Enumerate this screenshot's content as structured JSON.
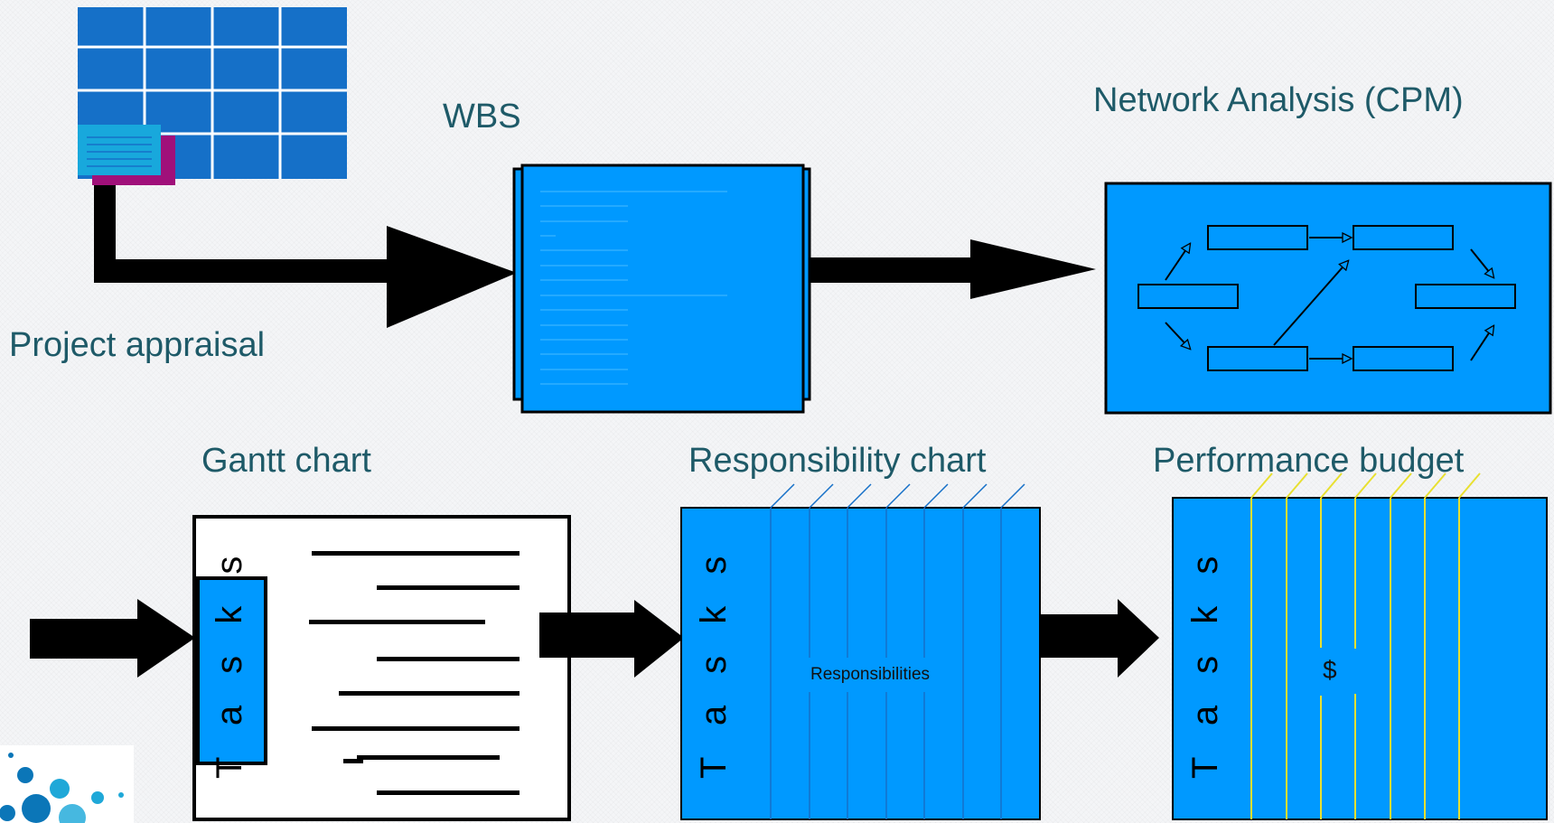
{
  "labels": {
    "project_appraisal": "Project appraisal",
    "wbs": "WBS",
    "network_analysis": "Network Analysis (CPM)",
    "gantt_chart": "Gantt chart",
    "responsibility_chart": "Responsibility chart",
    "performance_budget": "Performance budget"
  },
  "gantt": {
    "tasks_label": "T a s k s"
  },
  "responsibility": {
    "tasks_label": "T a s k s",
    "body_label": "Responsibilities"
  },
  "budget": {
    "tasks_label": "T a s k s",
    "body_label": "$"
  },
  "colors": {
    "box_blue": "#0099ff",
    "grid_blue": "#1570c8",
    "label_teal": "#1e5a68",
    "budget_line_yellow": "#e8e030",
    "arrow_black": "#000000"
  }
}
